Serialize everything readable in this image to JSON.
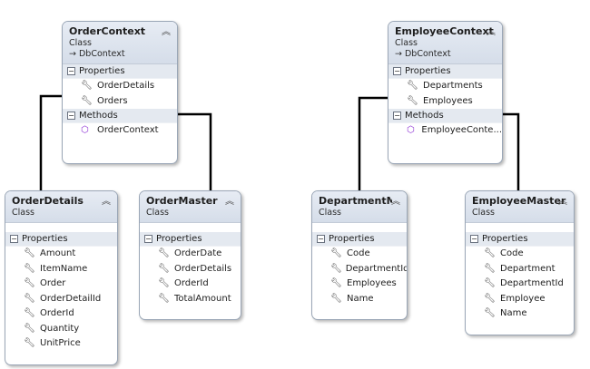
{
  "classes": {
    "order_context": {
      "name": "OrderContext",
      "stereotype": "Class",
      "base": "→ DbContext",
      "sections": [
        {
          "title": "Properties",
          "members": [
            "OrderDetails",
            "Orders"
          ]
        },
        {
          "title": "Methods",
          "members": [
            "OrderContext"
          ]
        }
      ]
    },
    "employee_context": {
      "name": "EmployeeContext",
      "stereotype": "Class",
      "base": "→ DbContext",
      "sections": [
        {
          "title": "Properties",
          "members": [
            "Departments",
            "Employees"
          ]
        },
        {
          "title": "Methods",
          "members": [
            "EmployeeConte..."
          ]
        }
      ]
    },
    "order_details": {
      "name": "OrderDetails",
      "stereotype": "Class",
      "sections": [
        {
          "title": "Properties",
          "members": [
            "Amount",
            "ItemName",
            "Order",
            "OrderDetailId",
            "OrderId",
            "Quantity",
            "UnitPrice"
          ]
        }
      ]
    },
    "order_master": {
      "name": "OrderMaster",
      "stereotype": "Class",
      "sections": [
        {
          "title": "Properties",
          "members": [
            "OrderDate",
            "OrderDetails",
            "OrderId",
            "TotalAmount"
          ]
        }
      ]
    },
    "department_master": {
      "name": "DepartmentMas...",
      "stereotype": "Class",
      "sections": [
        {
          "title": "Properties",
          "members": [
            "Code",
            "DepartmentId",
            "Employees",
            "Name"
          ]
        }
      ]
    },
    "employee_master": {
      "name": "EmployeeMaster",
      "stereotype": "Class",
      "sections": [
        {
          "title": "Properties",
          "members": [
            "Code",
            "Department",
            "DepartmentId",
            "Employee",
            "Name"
          ]
        }
      ]
    }
  },
  "icons": {
    "collapse": "double-chevron-up-icon",
    "property": "wrench-icon",
    "method": "method-cube-icon",
    "section_toggle": "minus-box-icon"
  }
}
